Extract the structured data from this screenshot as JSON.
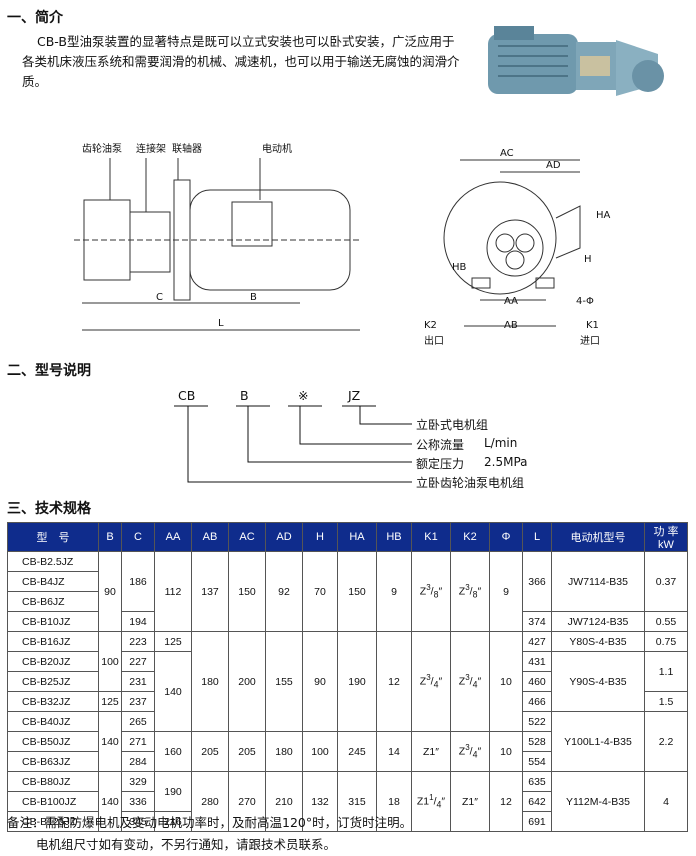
{
  "sections": {
    "intro_title": "一、简介",
    "model_title": "二、型号说明",
    "spec_title": "三、技术规格"
  },
  "intro_text": "CB-B型油泵装置的显著特点是既可以立式安装也可以卧式安装，广泛应用于各类机床液压系统和需要润滑的机械、减速机，也可以用于输送无腐蚀的润滑介质。",
  "diagram_labels": {
    "gear_pump": "齿轮油泵",
    "bracket": "连接架",
    "coupling": "联轴器",
    "motor": "电动机",
    "C": "C",
    "B": "B",
    "L": "L",
    "AC": "AC",
    "AD": "AD",
    "HA": "HA",
    "H": "H",
    "HB": "HB",
    "AA": "AA",
    "AB": "AB",
    "K2": "K2",
    "K1": "K1",
    "outlet": "出口",
    "inlet": "进口",
    "phi": "4-Φ"
  },
  "model_code": {
    "p1": "CB",
    "p2": "B",
    "p3": "※",
    "p4": "JZ",
    "d1": "立卧式电机组",
    "d2_label": "公称流量",
    "d2_unit": "L/min",
    "d3_label": "额定压力",
    "d3_unit": "2.5MPa",
    "d4": "立卧齿轮油泵电机组"
  },
  "table": {
    "headers": [
      "型　号",
      "B",
      "C",
      "AA",
      "AB",
      "AC",
      "AD",
      "H",
      "HA",
      "HB",
      "K1",
      "K2",
      "Φ",
      "L",
      "电动机型号",
      "功 率 kW"
    ]
  },
  "notes": {
    "n1": "备注：需配防爆电机及变动电机功率时，及耐高温120°时，订货时注明。",
    "n2": "电机组尺寸如有变动，不另行通知，请跟技术员联系。"
  }
}
